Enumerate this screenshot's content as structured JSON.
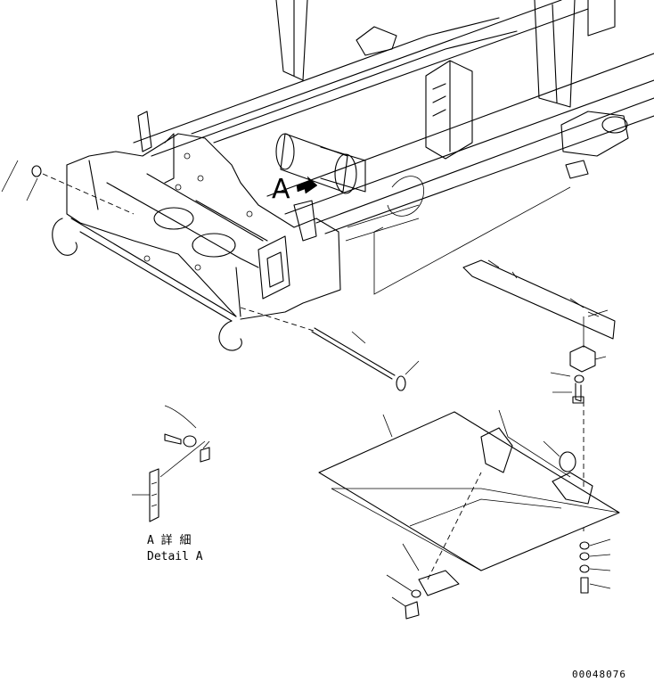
{
  "callout": {
    "letter": "A"
  },
  "detail_label": {
    "line1": "A 詳 細",
    "line2": "Detail A"
  },
  "drawing_number": "00048076"
}
